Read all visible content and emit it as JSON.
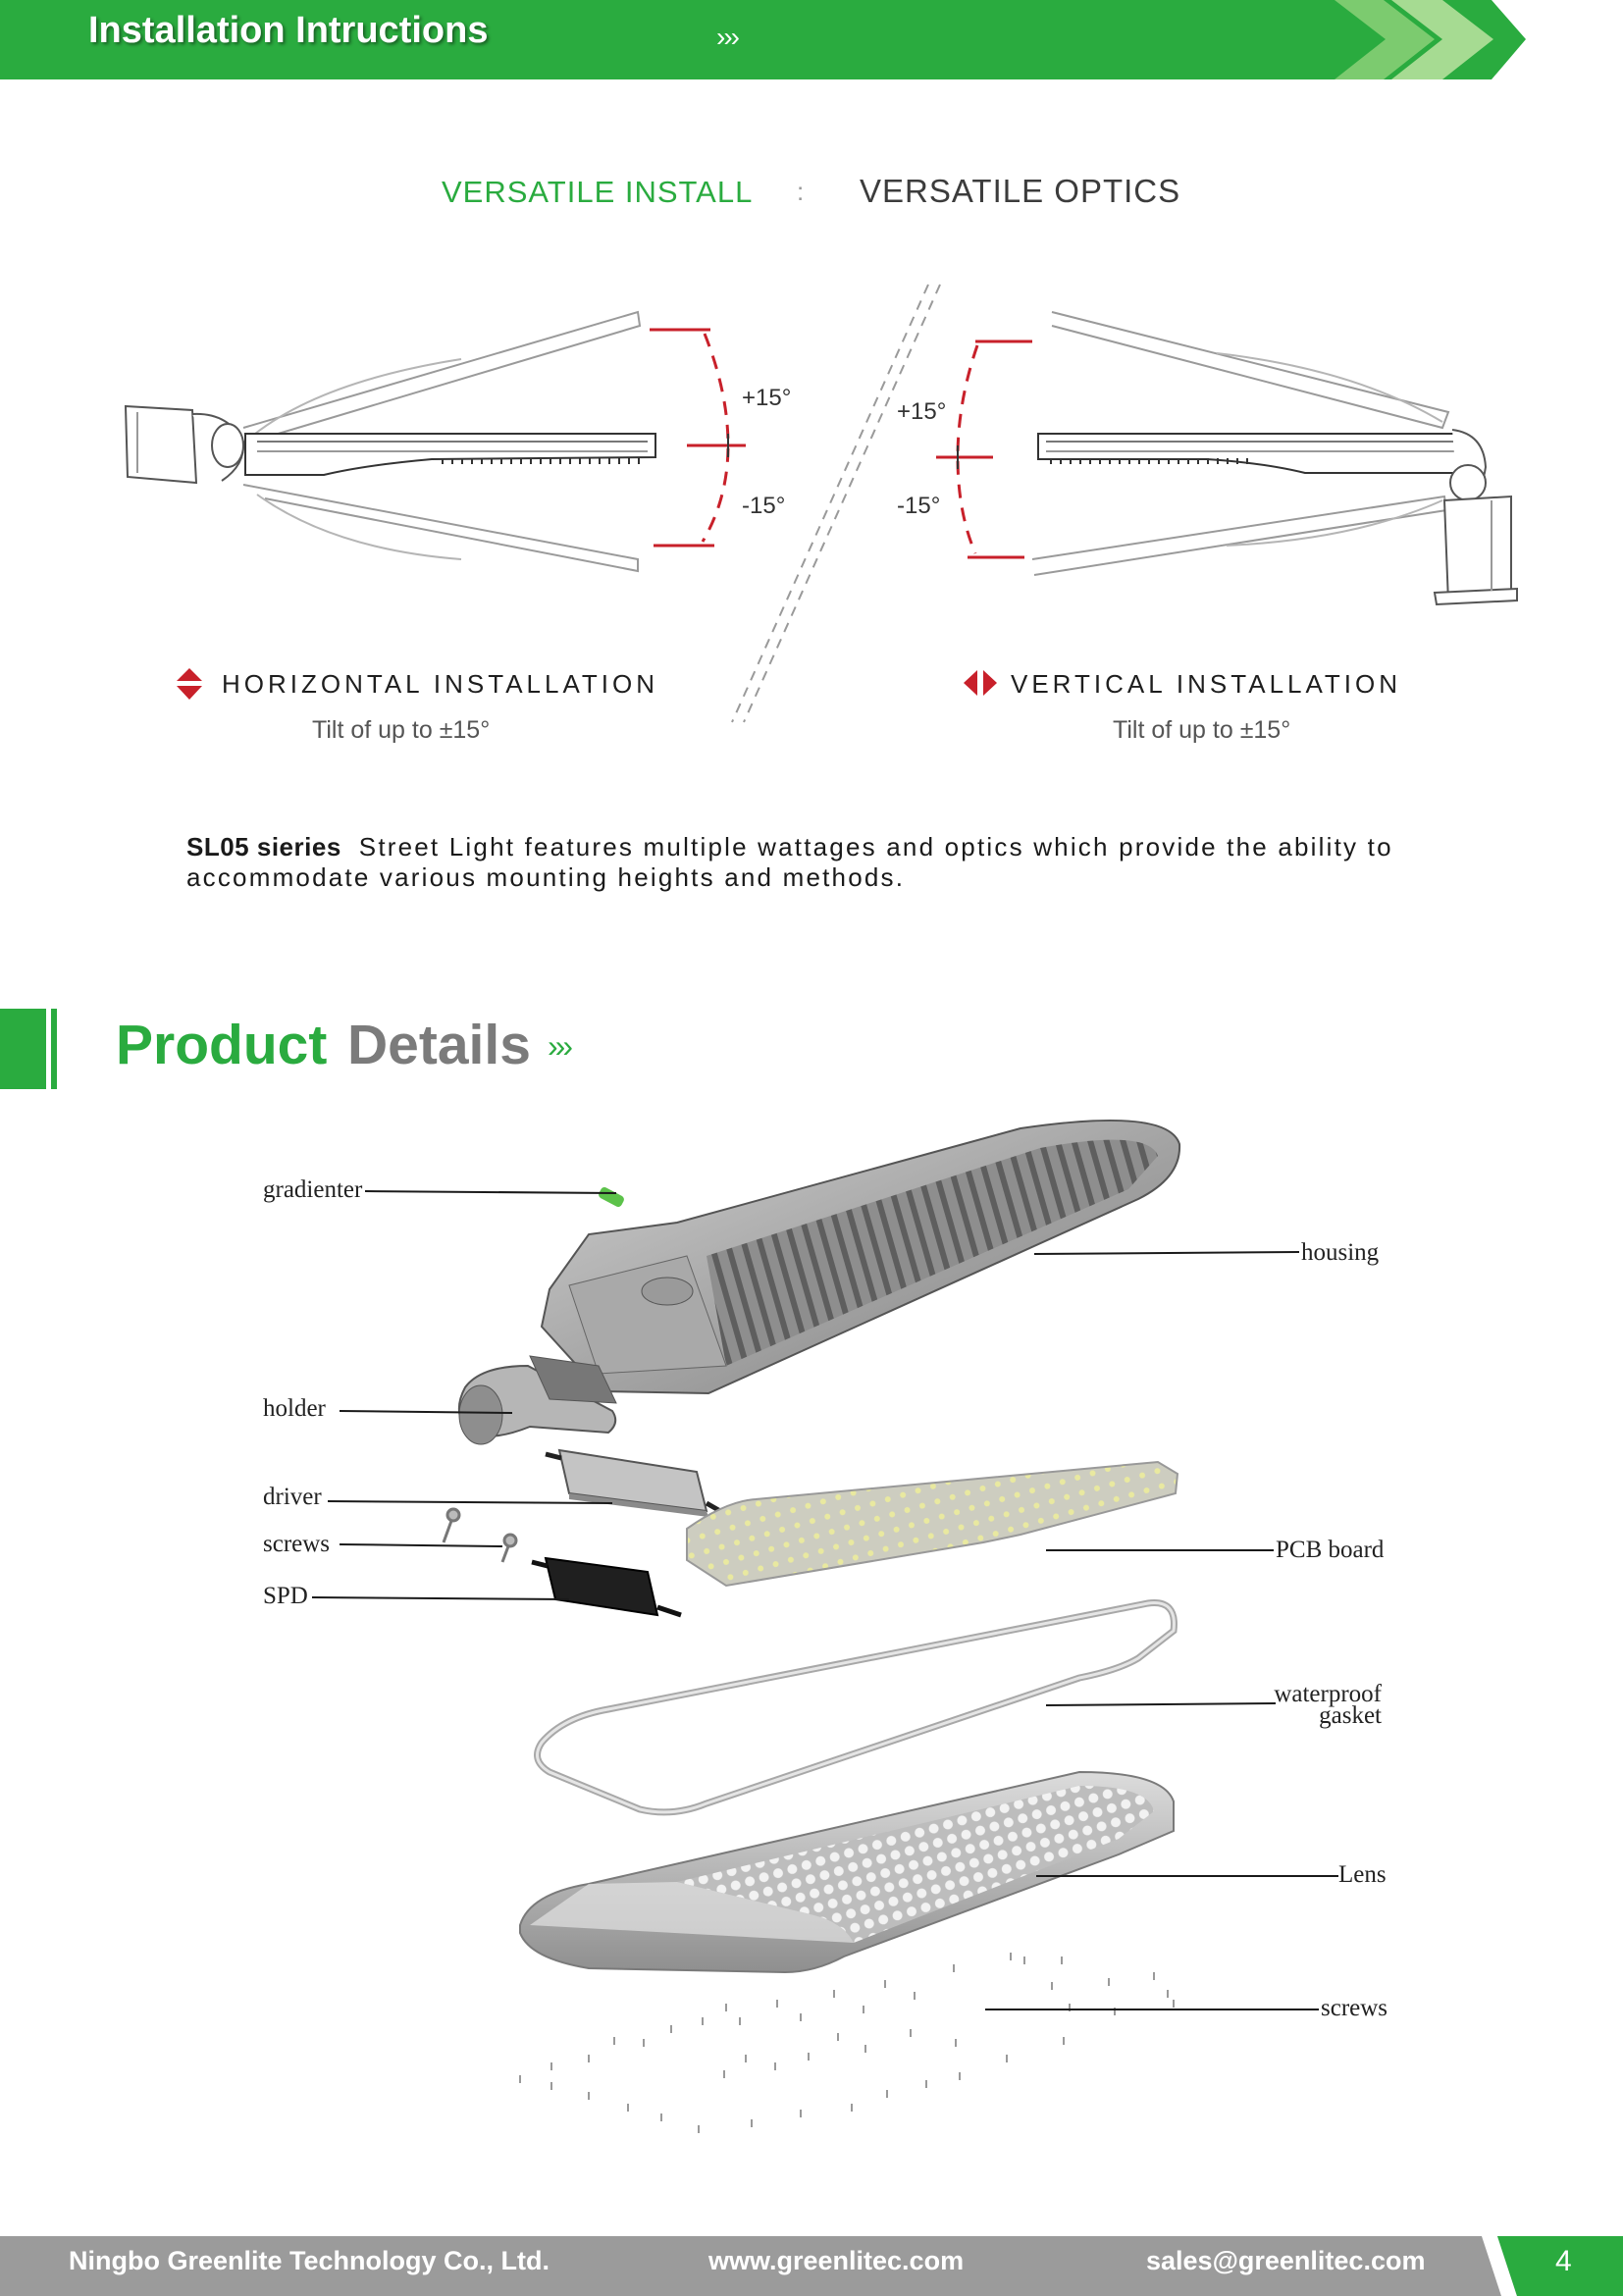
{
  "header": {
    "title": "Installation Intructions",
    "arrows": "›››"
  },
  "install": {
    "left_title": "VERSATILE  INSTALL",
    "separator": ":",
    "right_title": "VERSATILE   OPTICS",
    "angles": {
      "left_plus": "+15°",
      "left_minus": "-15°",
      "right_plus": "+15°",
      "right_minus": "-15°"
    },
    "horizontal": {
      "label": "HORIZONTAL  INSTALLATION",
      "tilt": "Tilt of  up to ±15°",
      "icon": "up-down-arrows-icon"
    },
    "vertical": {
      "label": "VERTICAL  INSTALLATION",
      "tilt": "Tilt of up to ±15°",
      "icon": "left-right-arrows-icon"
    }
  },
  "description": {
    "series": "SL05 sieries",
    "text": "Street Light features multiple wattages and optics which provide the ability to accommodate various mounting heights and methods."
  },
  "product_details": {
    "word1": "Product",
    "word2": "Details",
    "arrows": "›››",
    "labels": {
      "gradienter": "gradienter",
      "housing": "housing",
      "holder": "holder",
      "driver": "driver",
      "screws_left": "screws",
      "spd": "SPD",
      "pcb": "PCB board",
      "gasket_line1": "waterproof",
      "gasket_line2": "gasket",
      "lens": "Lens",
      "screws_right": "screws"
    }
  },
  "footer": {
    "company": "Ningbo Greenlite Technology Co., Ltd.",
    "website": "www.greenlitec.com",
    "email": "sales@greenlitec.com",
    "page": "4"
  },
  "colors": {
    "brand_green": "#2aab3f",
    "accent_red": "#c8202a",
    "footer_gray": "#9b9b9b"
  }
}
